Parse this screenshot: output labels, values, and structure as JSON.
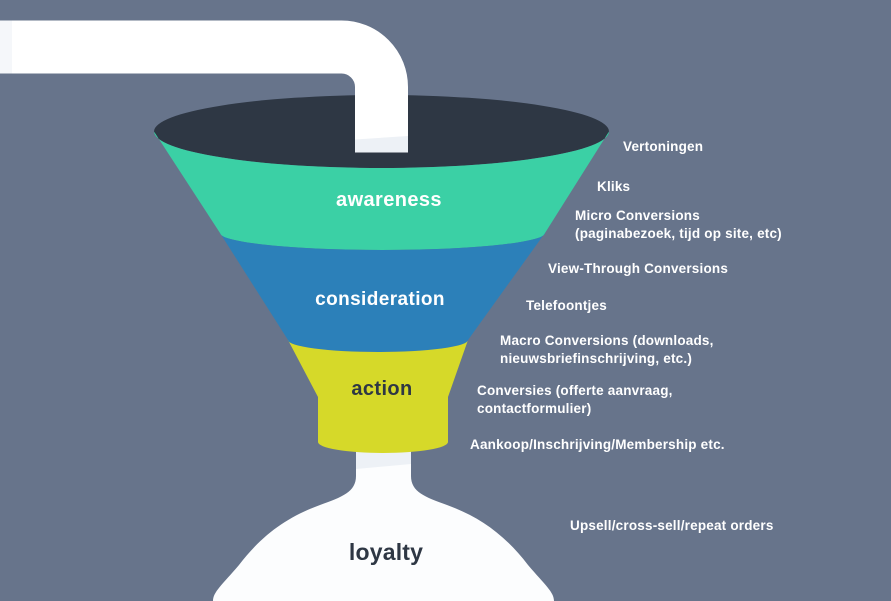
{
  "colors": {
    "background": "#67748b",
    "funnel_opening": "#2e3744",
    "pipe": "#ffffff",
    "pipe_shade": "#edf1f6",
    "annotation_text": "#ffffff",
    "dark_text": "#2e3744"
  },
  "funnel": {
    "opening_color": "#2e3744",
    "pipe_color": "#ffffff",
    "shade_color": "#edf1f6",
    "flask_color": "#fcfdfe",
    "stages": [
      {
        "label": "awareness",
        "color": "#3bd0a5",
        "text_color": "#ffffff"
      },
      {
        "label": "consideration",
        "color": "#2c80b9",
        "text_color": "#ffffff"
      },
      {
        "label": "action",
        "color": "#d6d929",
        "text_color": "#2e3744"
      },
      {
        "label": "loyalty",
        "color": "#fcfdfe",
        "text_color": "#2e3744"
      }
    ]
  },
  "annotations": [
    {
      "text": "Vertoningen"
    },
    {
      "text": "Kliks"
    },
    {
      "text": "Micro Conversions\n(paginabezoek, tijd op site, etc)"
    },
    {
      "text": "View-Through Conversions"
    },
    {
      "text": "Telefoontjes"
    },
    {
      "text": "Macro Conversions (downloads,\nnieuwsbriefinschrijving, etc.)"
    },
    {
      "text": "Conversies (offerte aanvraag,\ncontactformulier)"
    },
    {
      "text": "Aankoop/Inschrijving/Membership etc."
    },
    {
      "text": "Upsell/cross-sell/repeat orders"
    }
  ]
}
